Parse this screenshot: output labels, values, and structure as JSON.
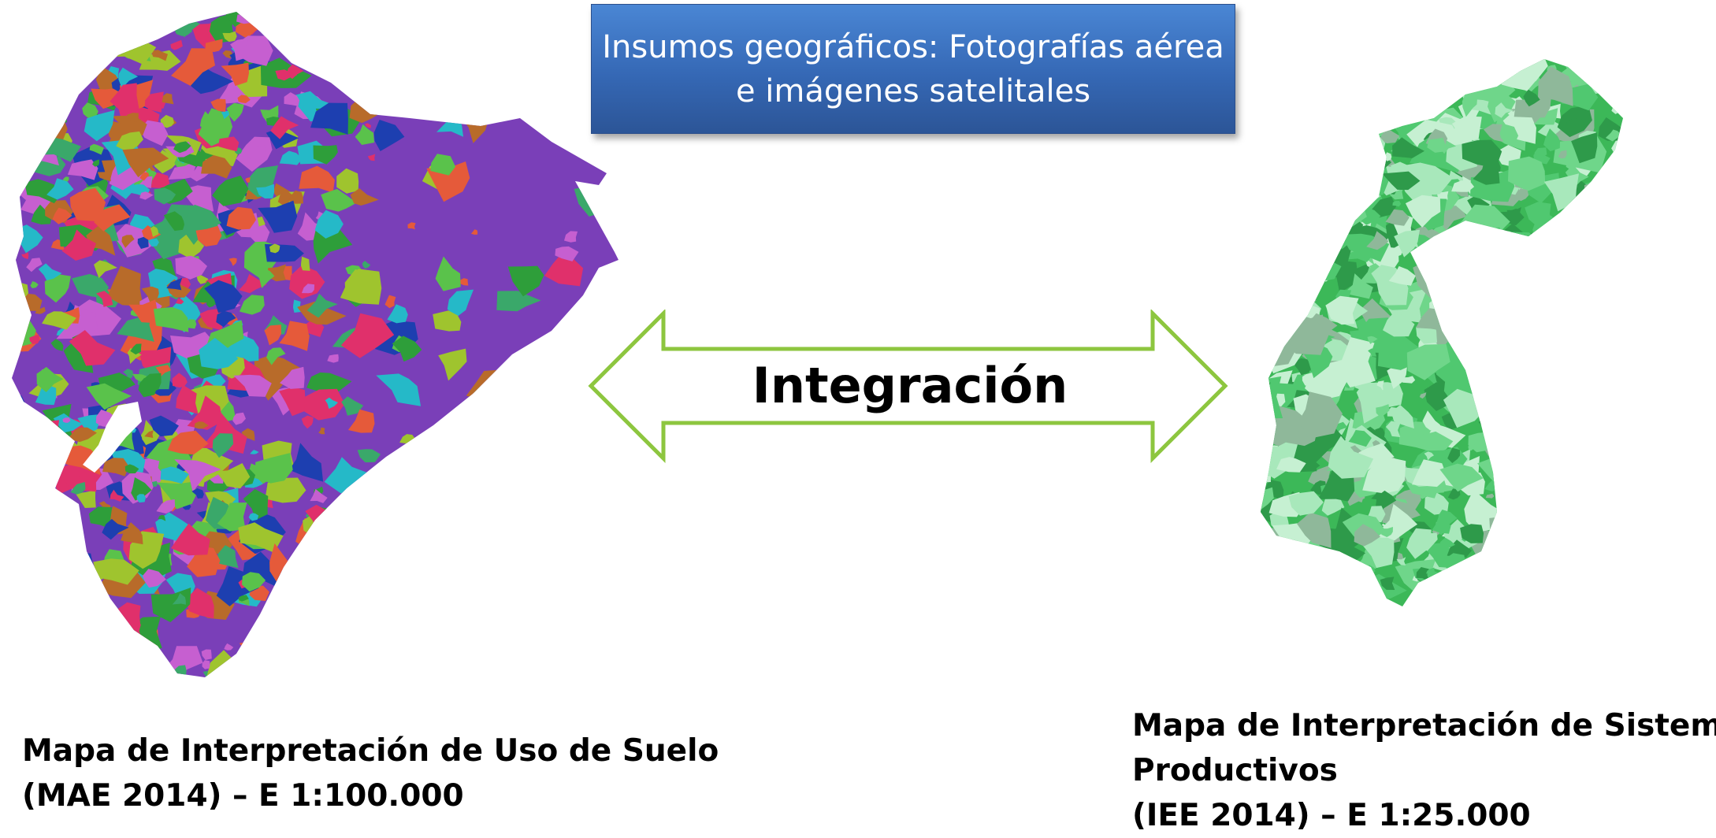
{
  "header": {
    "line1": "Insumos geográficos: Fotografías aérea",
    "line2": "e imágenes satelitales"
  },
  "arrow": {
    "label": "Integración",
    "color": "#8dc63f"
  },
  "left_map": {
    "caption_line1": "Mapa de Interpretación de Uso de Suelo",
    "caption_line2": "(MAE 2014) – E 1:100.000",
    "base_color": "#7a3fb8",
    "patch_colors": [
      "#2e9e3a",
      "#5ac24b",
      "#e0306b",
      "#b86b2a",
      "#25b9c8",
      "#9fc42e",
      "#c65fd0",
      "#1d3fb0",
      "#e55a3a",
      "#3aa86a"
    ]
  },
  "right_map": {
    "caption_line1": "Mapa de Interpretación de Sistemas",
    "caption_line2": "Productivos",
    "caption_line3": "(IEE 2014) – E 1:25.000",
    "base_color": "#3cb858",
    "patch_colors": [
      "#6fd68a",
      "#a8e8bb",
      "#2e9a4a",
      "#8fb89a",
      "#50c870",
      "#c6f0d2"
    ]
  }
}
